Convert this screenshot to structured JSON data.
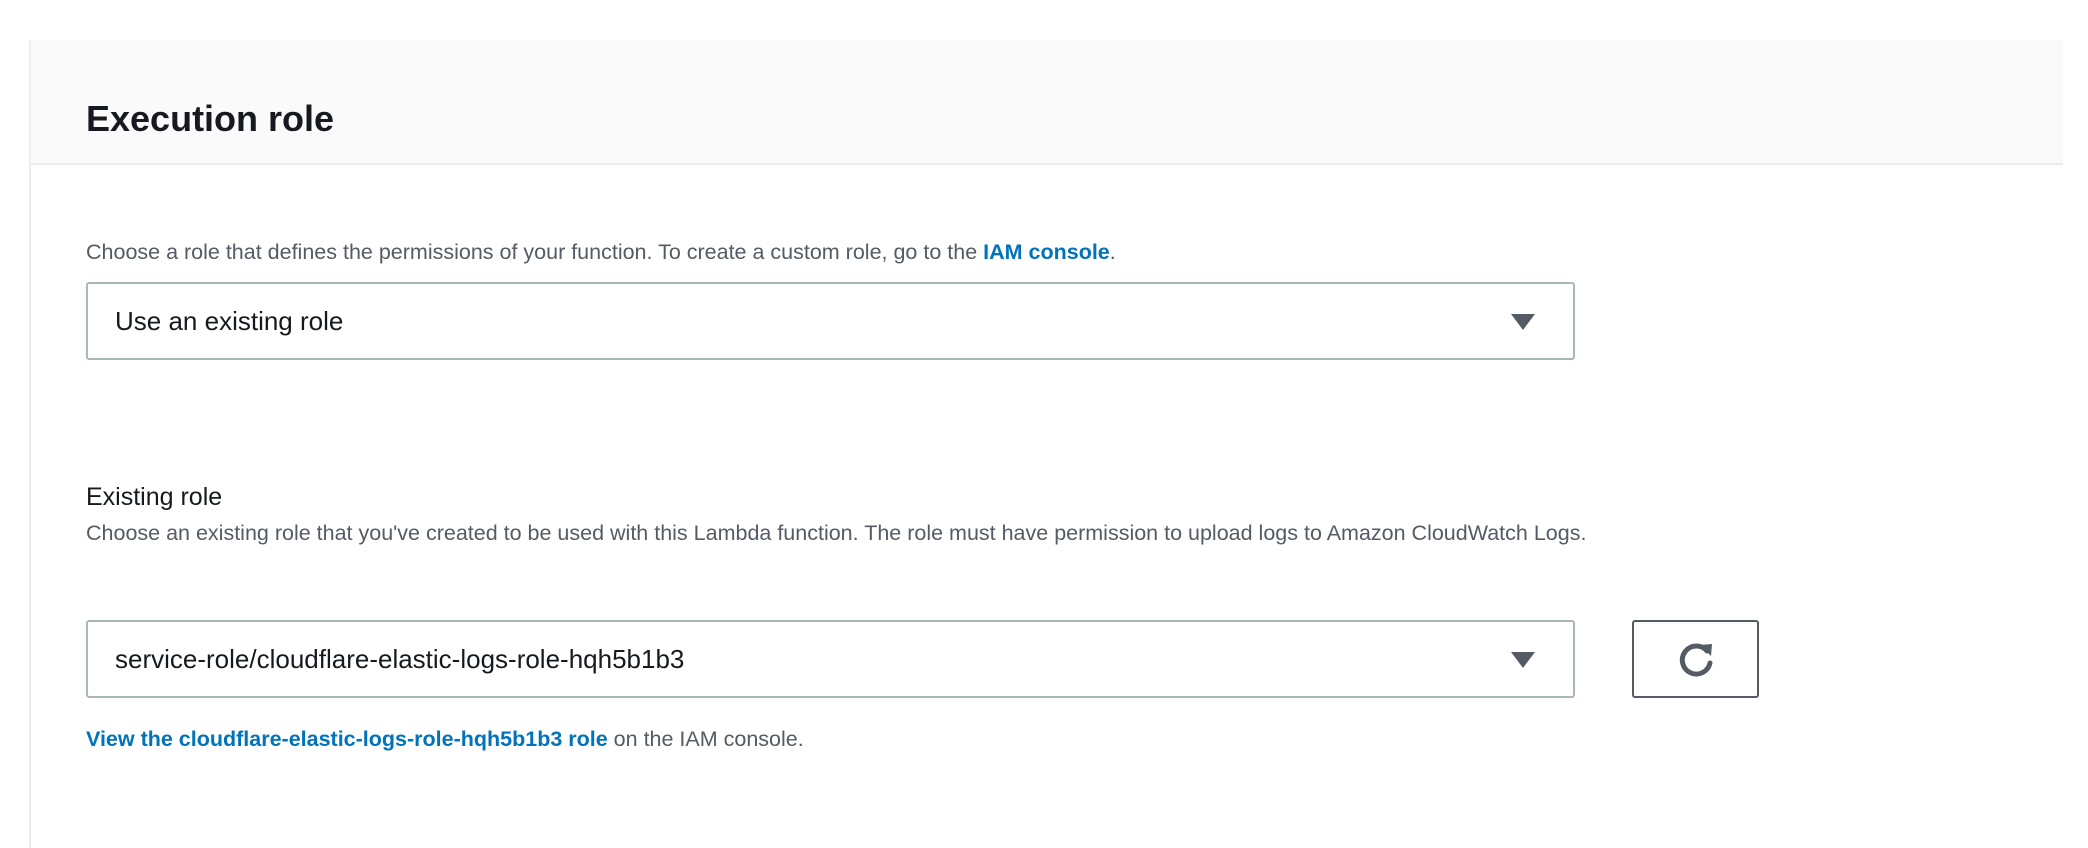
{
  "section": {
    "title": "Execution role"
  },
  "role_choice": {
    "description_prefix": "Choose a role that defines the permissions of your function. To create a custom role, go to the ",
    "description_link": "IAM console",
    "description_suffix": ".",
    "selected": "Use an existing role"
  },
  "existing_role": {
    "label": "Existing role",
    "description": "Choose an existing role that you've created to be used with this Lambda function. The role must have permission to upload logs to Amazon CloudWatch Logs.",
    "selected": "service-role/cloudflare-elastic-logs-role-hqh5b1b3",
    "refresh_icon": "refresh-icon",
    "view_link": "View the cloudflare-elastic-logs-role-hqh5b1b3 role",
    "view_suffix": " on the IAM console."
  },
  "colors": {
    "link": "#0073bb",
    "header_bg": "#fafafa",
    "text": "#16191f",
    "muted": "#545b64"
  }
}
